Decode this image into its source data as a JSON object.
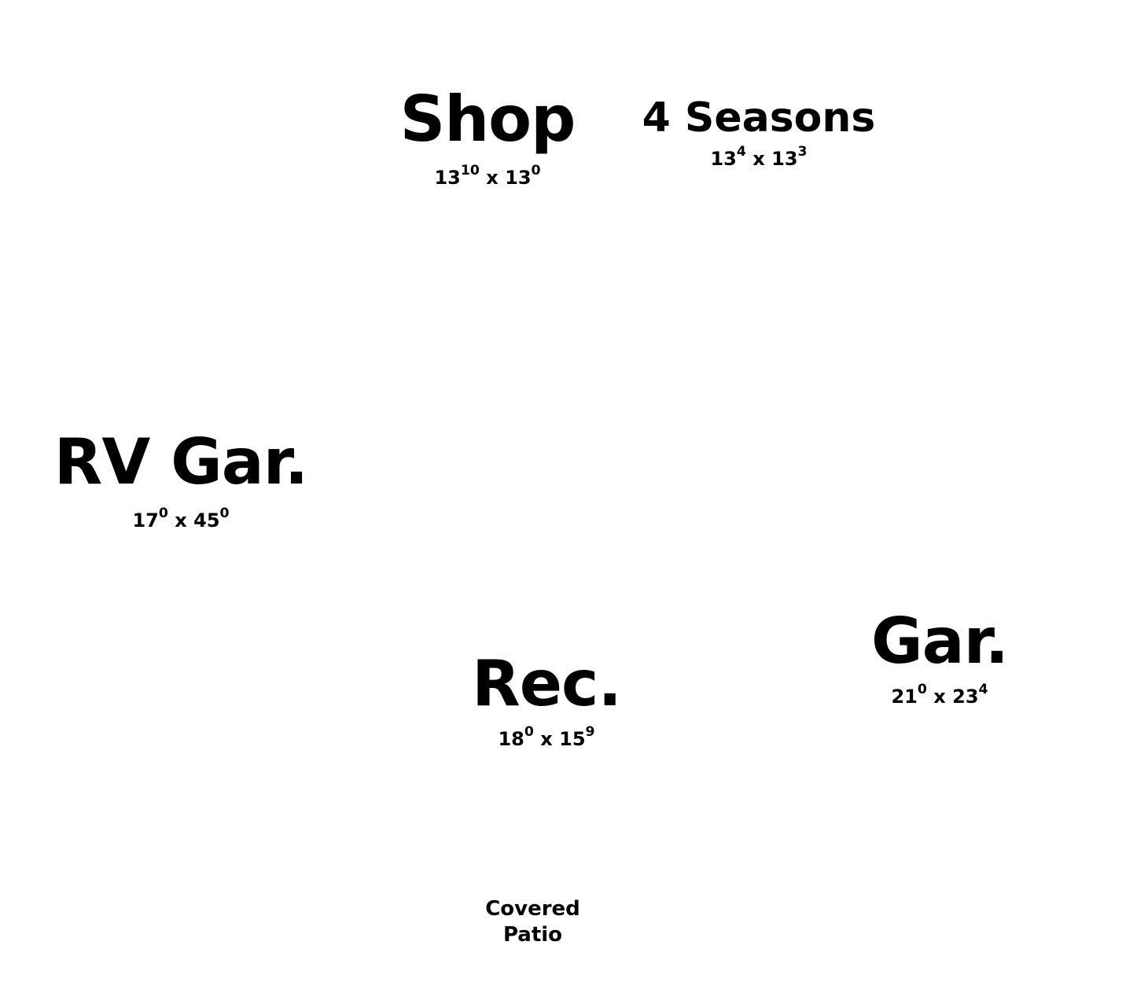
{
  "rooms": {
    "shop": {
      "name": "Shop",
      "width_ft": "13",
      "width_in": "10",
      "length_ft": "13",
      "length_in": "0"
    },
    "four_seasons": {
      "name": "4 Seasons",
      "width_ft": "13",
      "width_in": "4",
      "length_ft": "13",
      "length_in": "3"
    },
    "rv_garage": {
      "name": "RV Gar.",
      "width_ft": "17",
      "width_in": "0",
      "length_ft": "45",
      "length_in": "0"
    },
    "garage": {
      "name": "Gar.",
      "width_ft": "21",
      "width_in": "0",
      "length_ft": "23",
      "length_in": "4"
    },
    "rec": {
      "name": "Rec.",
      "width_ft": "18",
      "width_in": "0",
      "length_ft": "15",
      "length_in": "9"
    },
    "covered_patio": {
      "name_line1": "Covered",
      "name_line2": "Patio"
    }
  },
  "separator": "x"
}
